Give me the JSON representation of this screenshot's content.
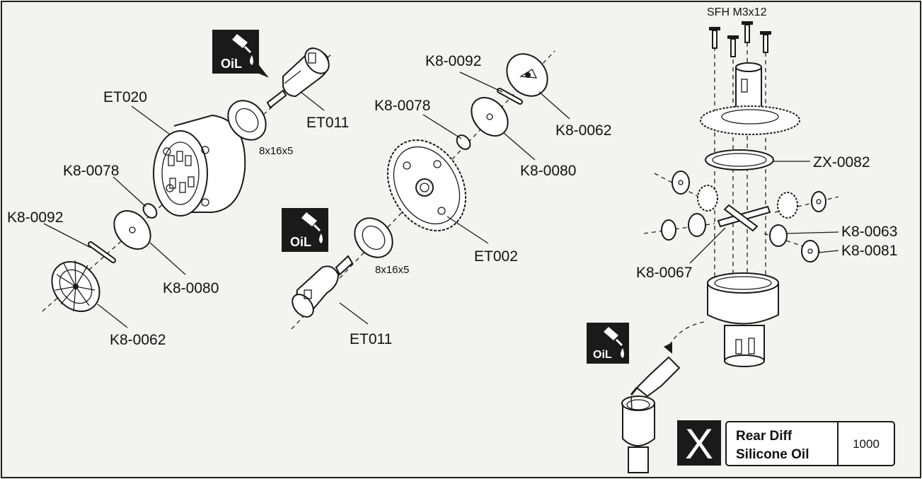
{
  "parts": {
    "et020": "ET020",
    "et011_top": "ET011",
    "et011_bottom": "ET011",
    "et002": "ET002",
    "bearing_top": "8x16x5",
    "bearing_bottom": "8x16x5",
    "k8_0078_left": "K8-0078",
    "k8_0078_mid": "K8-0078",
    "k8_0092_left": "K8-0092",
    "k8_0092_mid": "K8-0092",
    "k8_0080_left": "K8-0080",
    "k8_0080_mid": "K8-0080",
    "k8_0062_left": "K8-0062",
    "k8_0062_mid": "K8-0062",
    "sfh_m3x12": "SFH M3x12",
    "zx_0082": "ZX-0082",
    "k8_0063": "K8-0063",
    "k8_0081": "K8-0081",
    "k8_0067": "K8-0067"
  },
  "oil_icons": [
    {
      "text": "OiL",
      "icon": "oil-bottle-icon"
    },
    {
      "text": "OiL",
      "icon": "oil-bottle-icon"
    },
    {
      "text": "OiL",
      "icon": "oil-bottle-icon"
    }
  ],
  "info_box": {
    "mark": "X",
    "line1": "Rear Diff",
    "line2": "Silicone Oil",
    "value": "1000"
  },
  "colors": {
    "ink": "#1a1a1a",
    "paper": "#f3f3f1"
  }
}
